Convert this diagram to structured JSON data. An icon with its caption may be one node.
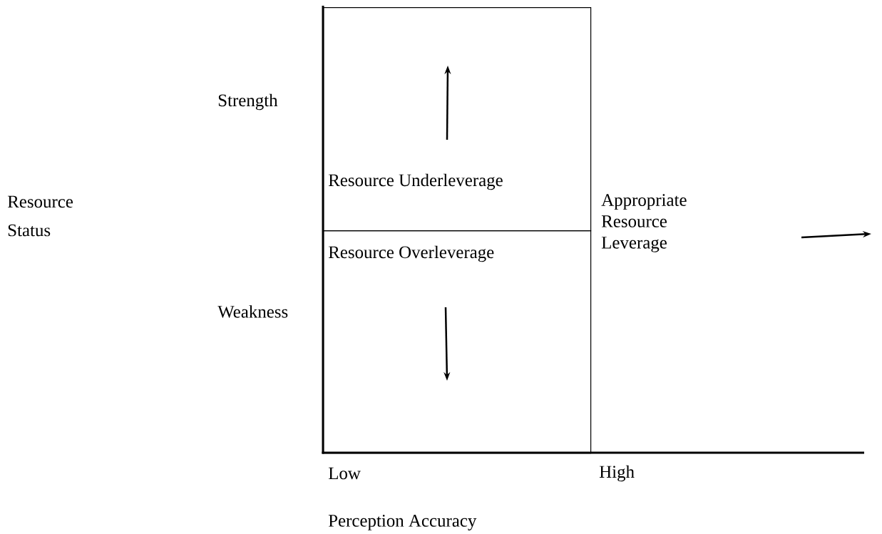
{
  "diagram": {
    "nodes": [
      {
        "text": [
          "Resource Underleverage"
        ]
      },
      {
        "text": [
          "Resource Overleverage"
        ]
      },
      {
        "text": [
          "Appropriate Resource Leverage"
        ]
      }
    ],
    "labels": [
      "Strength",
      "Resource",
      "Status",
      "Weakness",
      "Low",
      "High",
      "Perception Accuracy"
    ]
  }
}
